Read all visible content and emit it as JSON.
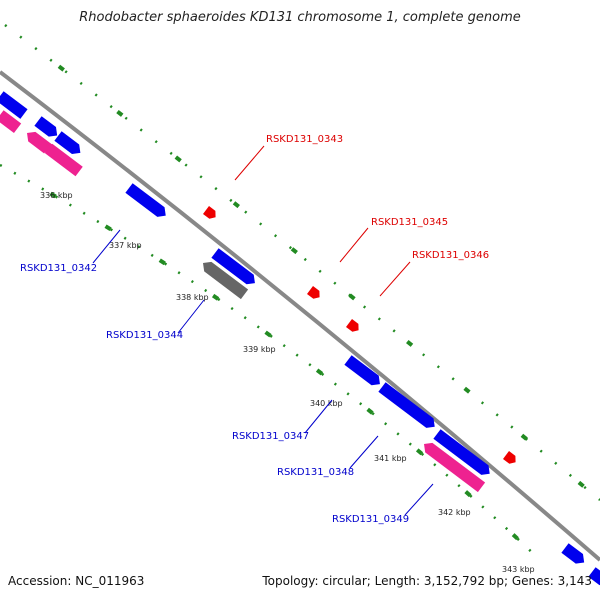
{
  "title": "Rhodobacter sphaeroides KD131 chromosome 1, complete genome",
  "footer": {
    "accession": "Accession: NC_011963",
    "summary": "Topology: circular; Length: 3,152,792 bp; Genes: 3,143"
  },
  "colors": {
    "backbone": "#888888",
    "forward_gene": "#0000ee",
    "reverse_gene": "#ee2290",
    "pseudo_gene": "#666666",
    "trna_marker": "#ee0000",
    "tick": "#228b22",
    "label_forward": "#0000cc",
    "label_reverse": "#dd0000"
  },
  "ticks": [
    "336 kbp",
    "337 kbp",
    "338 kbp",
    "339 kbp",
    "340 kbp",
    "341 kbp",
    "342 kbp",
    "343 kbp"
  ],
  "labels": {
    "outer": [
      "RSKD131_0343",
      "RSKD131_0345",
      "RSKD131_0346"
    ],
    "inner": [
      "RSKD131_0342",
      "RSKD131_0344",
      "RSKD131_0347",
      "RSKD131_0348",
      "RSKD131_0349"
    ]
  }
}
